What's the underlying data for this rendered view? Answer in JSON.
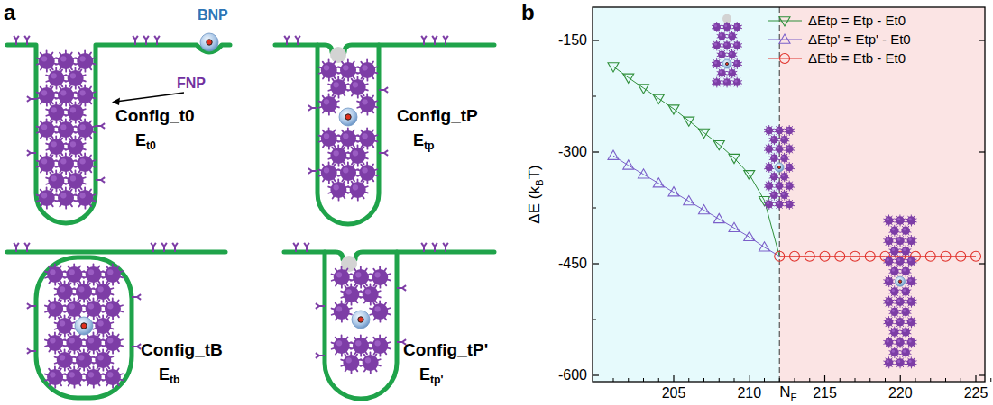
{
  "diagram": {
    "labels": [
      "a",
      "BNP",
      "FNP",
      "Config_t0",
      "E",
      "t0",
      "Config_tP",
      "E",
      "tp",
      "Config_tB",
      "E",
      "tb",
      "Config_tP'",
      "E",
      "tp'",
      "b",
      "ΔE (k",
      "B",
      "T)",
      "-150",
      "-300",
      "-450",
      "-600",
      "205",
      "210",
      "215",
      "220",
      "225",
      "N",
      "F"
    ],
    "legend": [
      {
        "text": "ΔEtp = Etp - Et0"
      },
      {
        "text": "ΔEtp' = Etp' - Et0"
      },
      {
        "text": "ΔEtb = Etb - Et0"
      }
    ]
  }
}
